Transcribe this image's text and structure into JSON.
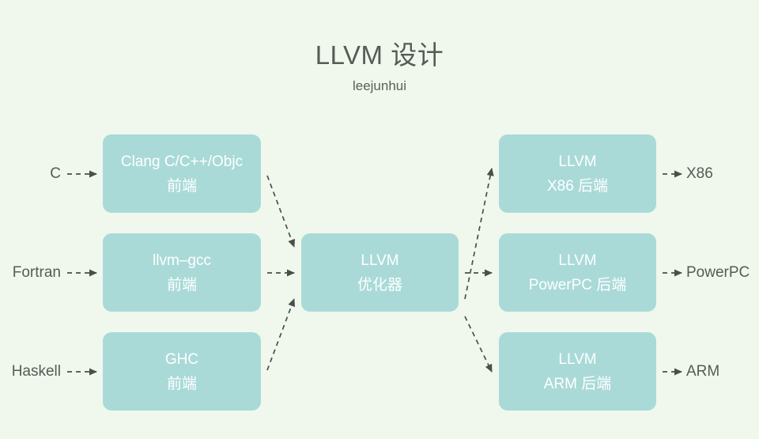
{
  "header": {
    "title": "LLVM 设计",
    "subtitle": "leejunhui"
  },
  "colors": {
    "background": "#f0f7ed",
    "node_fill": "#a9dad8",
    "node_text": "#ffffff",
    "label_text": "#555b55",
    "arrow": "#4a4f4a"
  },
  "diagram": {
    "type": "flow",
    "inputs": [
      {
        "name": "input-c",
        "label": "C"
      },
      {
        "name": "input-fortran",
        "label": "Fortran"
      },
      {
        "name": "input-haskell",
        "label": "Haskell"
      }
    ],
    "frontends": [
      {
        "name": "clang",
        "line1": "Clang C/C++/Objc",
        "line2": "前端"
      },
      {
        "name": "llvm-gcc",
        "line1": "llvm–gcc",
        "line2": "前端"
      },
      {
        "name": "ghc",
        "line1": "GHC",
        "line2": "前端"
      }
    ],
    "optimizer": {
      "name": "llvm-optimizer",
      "line1": "LLVM",
      "line2": "优化器"
    },
    "backends": [
      {
        "name": "x86",
        "line1": "LLVM",
        "line2": "X86 后端"
      },
      {
        "name": "powerpc",
        "line1": "LLVM",
        "line2": "PowerPC 后端"
      },
      {
        "name": "arm",
        "line1": "LLVM",
        "line2": "ARM 后端"
      }
    ],
    "outputs": [
      {
        "name": "output-x86",
        "label": "X86"
      },
      {
        "name": "output-powerpc",
        "label": "PowerPC"
      },
      {
        "name": "output-arm",
        "label": "ARM"
      }
    ],
    "edges": [
      {
        "from": "input-c",
        "to": "clang",
        "style": "dashed-arrow"
      },
      {
        "from": "input-fortran",
        "to": "llvm-gcc",
        "style": "dashed-arrow"
      },
      {
        "from": "input-haskell",
        "to": "ghc",
        "style": "dashed-arrow"
      },
      {
        "from": "clang",
        "to": "llvm-optimizer",
        "style": "dashed-arrow"
      },
      {
        "from": "llvm-gcc",
        "to": "llvm-optimizer",
        "style": "dashed-arrow"
      },
      {
        "from": "ghc",
        "to": "llvm-optimizer",
        "style": "dashed-arrow"
      },
      {
        "from": "llvm-optimizer",
        "to": "x86",
        "style": "dashed-arrow"
      },
      {
        "from": "llvm-optimizer",
        "to": "powerpc",
        "style": "dashed-arrow"
      },
      {
        "from": "llvm-optimizer",
        "to": "arm",
        "style": "dashed-arrow"
      },
      {
        "from": "x86",
        "to": "output-x86",
        "style": "dashed-arrow"
      },
      {
        "from": "powerpc",
        "to": "output-powerpc",
        "style": "dashed-arrow"
      },
      {
        "from": "arm",
        "to": "output-arm",
        "style": "dashed-arrow"
      }
    ]
  }
}
